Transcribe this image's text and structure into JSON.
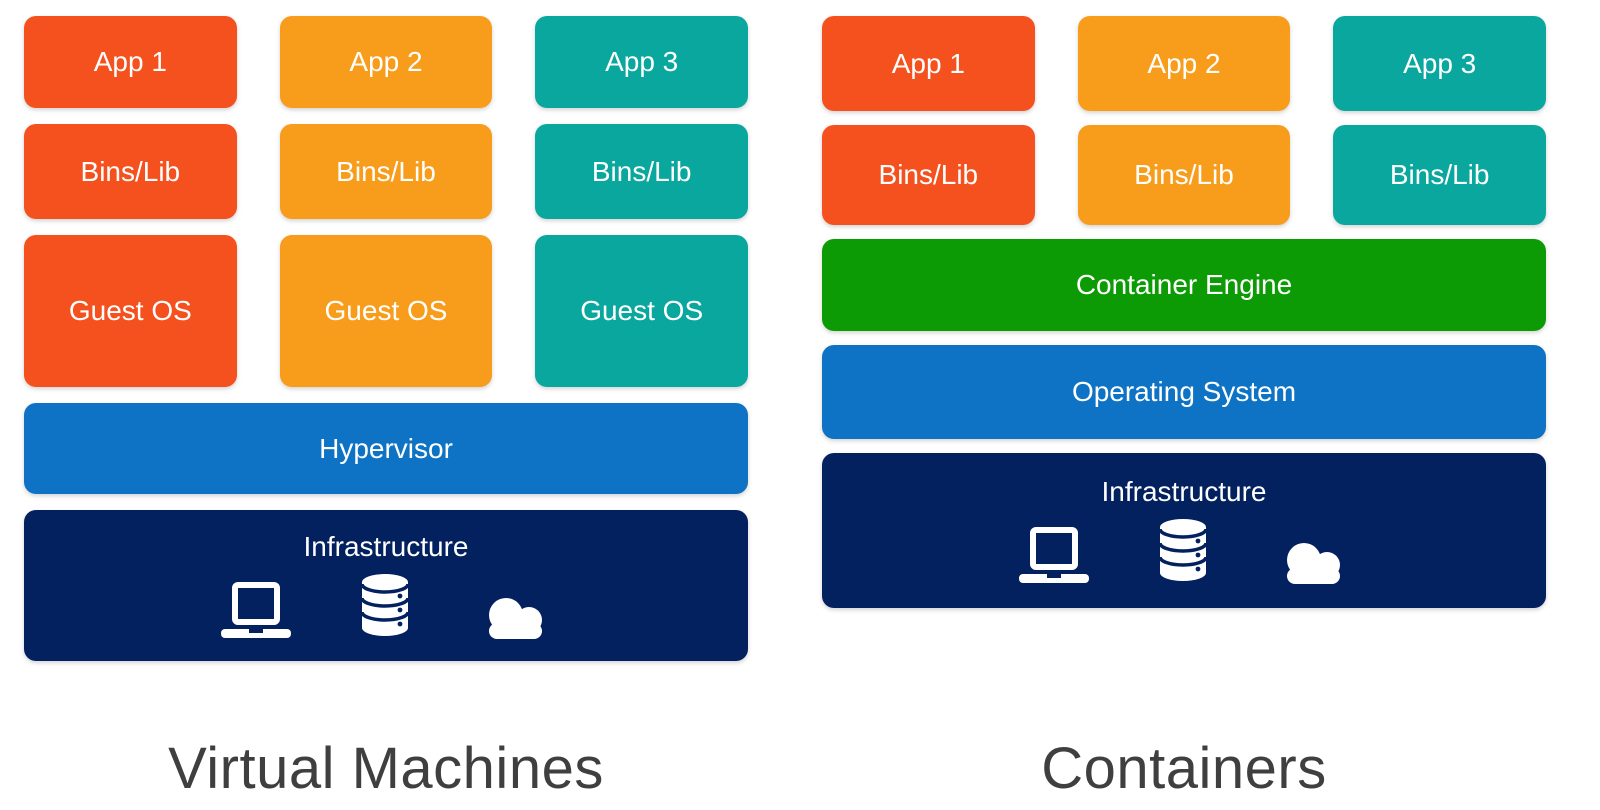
{
  "colors": {
    "app1": "#F4511E",
    "app2": "#F89C1B",
    "app3": "#0AA79E",
    "blue_bar": "#0E73C4",
    "navy_bar": "#03215E",
    "green_bar": "#0C9B04",
    "title_text": "#3F3F3F",
    "box_text": "#FFFFFF"
  },
  "vm": {
    "title": "Virtual Machines",
    "columns": [
      {
        "app": "App 1",
        "bins": "Bins/Lib",
        "guest_os": "Guest OS"
      },
      {
        "app": "App 2",
        "bins": "Bins/Lib",
        "guest_os": "Guest OS"
      },
      {
        "app": "App 3",
        "bins": "Bins/Lib",
        "guest_os": "Guest OS"
      }
    ],
    "hypervisor": "Hypervisor",
    "infrastructure": {
      "label": "Infrastructure",
      "icons": [
        "laptop-icon",
        "database-icon",
        "cloud-icon"
      ]
    }
  },
  "containers": {
    "title": "Containers",
    "columns": [
      {
        "app": "App 1",
        "bins": "Bins/Lib"
      },
      {
        "app": "App 2",
        "bins": "Bins/Lib"
      },
      {
        "app": "App 3",
        "bins": "Bins/Lib"
      }
    ],
    "container_engine": "Container Engine",
    "operating_system": "Operating System",
    "infrastructure": {
      "label": "Infrastructure",
      "icons": [
        "laptop-icon",
        "database-icon",
        "cloud-icon"
      ]
    }
  }
}
